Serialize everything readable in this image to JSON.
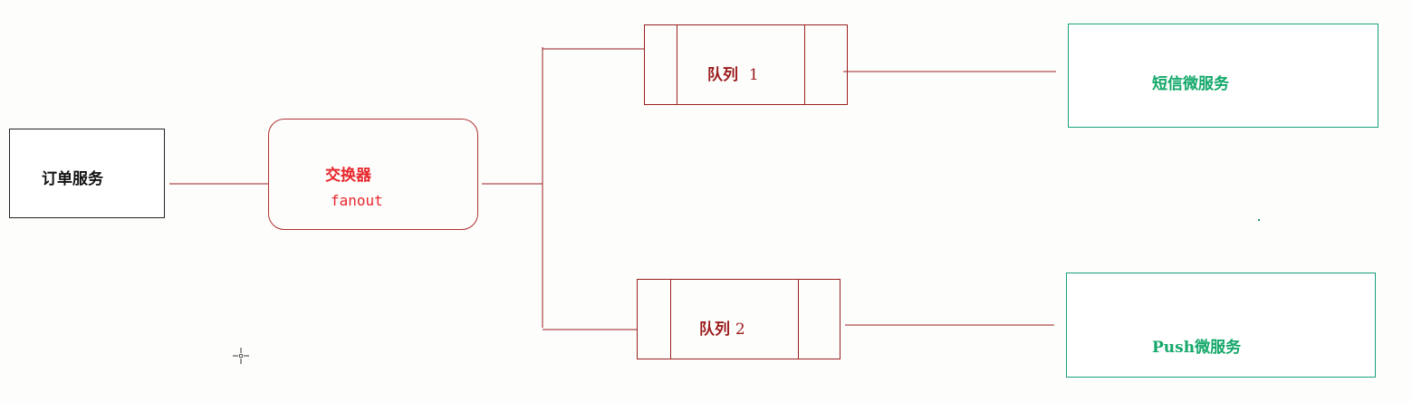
{
  "nodes": {
    "order_service": "订单服务",
    "exchange": {
      "title": "交换器",
      "type": "fanout"
    },
    "queue1": {
      "label": "队列",
      "number": "1"
    },
    "queue2": {
      "label": "队列",
      "number": "2"
    },
    "sms_service": "短信微服务",
    "push_service": "Push微服务"
  },
  "colors": {
    "order_border": "#222222",
    "exchange_border": "#b03030",
    "exchange_text": "#e8262a",
    "queue_border": "#9a2020",
    "queue_text": "#9a1c1c",
    "service_border": "#15a07a",
    "service_text": "#14a86a",
    "connector": "#9a2020"
  },
  "icons": {
    "cursor": "crosshair-cursor-icon"
  }
}
